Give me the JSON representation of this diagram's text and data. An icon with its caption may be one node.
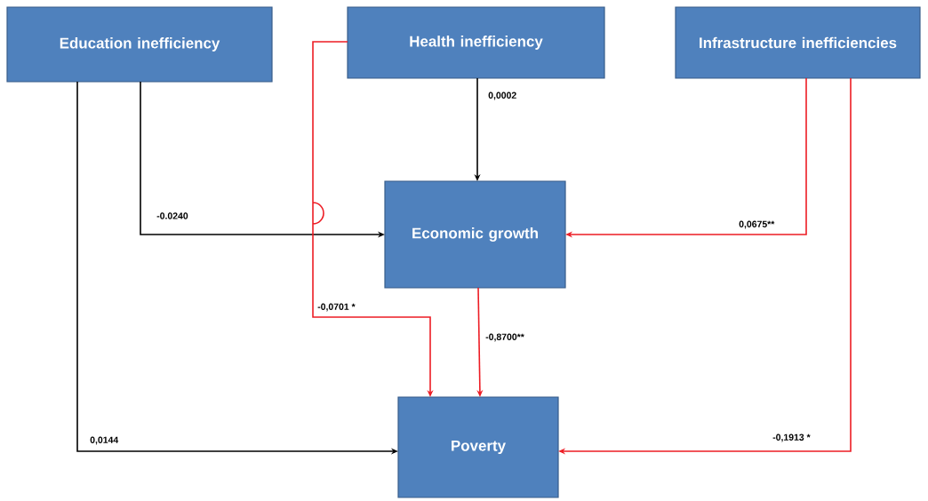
{
  "diagram": {
    "nodes": [
      {
        "text": [
          "Education inefficiency"
        ]
      },
      {
        "text": [
          "Health inefficiency"
        ]
      },
      {
        "text": [
          "Infrastructure inefficiencies"
        ]
      },
      {
        "text": [
          "Economic growth"
        ]
      },
      {
        "text": [
          "Poverty"
        ]
      }
    ],
    "edges": [
      {
        "from": 0,
        "to": 3,
        "arrow": "to",
        "label": "-0.0240",
        "color": "#000000"
      },
      {
        "from": 0,
        "to": 4,
        "arrow": "to",
        "label": "0,0144",
        "color": "#000000"
      },
      {
        "from": 1,
        "to": 3,
        "arrow": "to",
        "label": "0,0002",
        "color": "#000000"
      },
      {
        "from": 1,
        "to": 4,
        "arrow": "to",
        "label": "-0,0701 *"
      },
      {
        "from": 3,
        "to": 4,
        "arrow": "to",
        "label": "-0,8700**"
      },
      {
        "from": 2,
        "to": 3,
        "arrow": "to",
        "label": "0,0675**"
      },
      {
        "from": 2,
        "to": 4,
        "arrow": "to",
        "label": "-0,1913 *"
      }
    ]
  }
}
